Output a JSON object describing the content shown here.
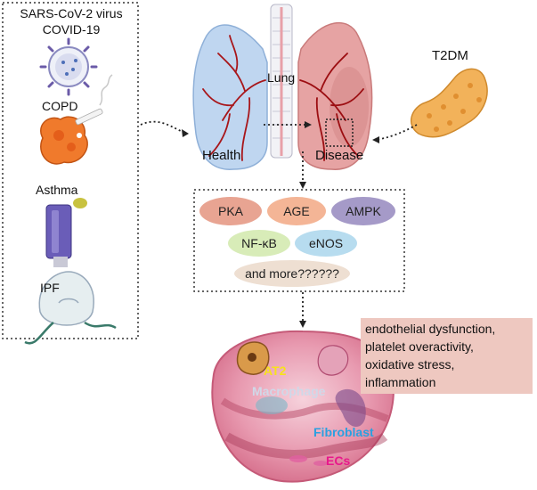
{
  "causes": {
    "covid_line1": "SARS-CoV-2 virus",
    "covid_line2": "COVID-19",
    "copd": "COPD",
    "asthma": "Asthma",
    "ipf": "IPF"
  },
  "lung": {
    "lung_label": "Lung",
    "health_label": "Health",
    "disease_label": "Disease"
  },
  "t2dm_label": "T2DM",
  "pathways": {
    "pka": "PKA",
    "age": "AGE",
    "ampk": "AMPK",
    "nfkb": "NF-κB",
    "enos": "eNOS",
    "more": "and more??????"
  },
  "outcomes": {
    "line1": "endothelial dysfunction,",
    "line2": "platelet overactivity,",
    "line3": "oxidative stress,",
    "line4": "inflammation"
  },
  "tissue": {
    "at2": "AT2",
    "macrophage": "Macrophage",
    "fibroblast": "Fibroblast",
    "ecs": "ECs"
  },
  "colors": {
    "pka": "#e8a492",
    "age": "#f4b596",
    "ampk": "#a59ac8",
    "nfkb": "#d8ecb8",
    "enos": "#b7dcef",
    "more": "#eedfd2",
    "outcome_box": "#eec8c0",
    "at2": "#f7e21c",
    "macrophage": "#d0d8e8",
    "fibroblast": "#2aa0e0",
    "ecs": "#e8188c"
  }
}
